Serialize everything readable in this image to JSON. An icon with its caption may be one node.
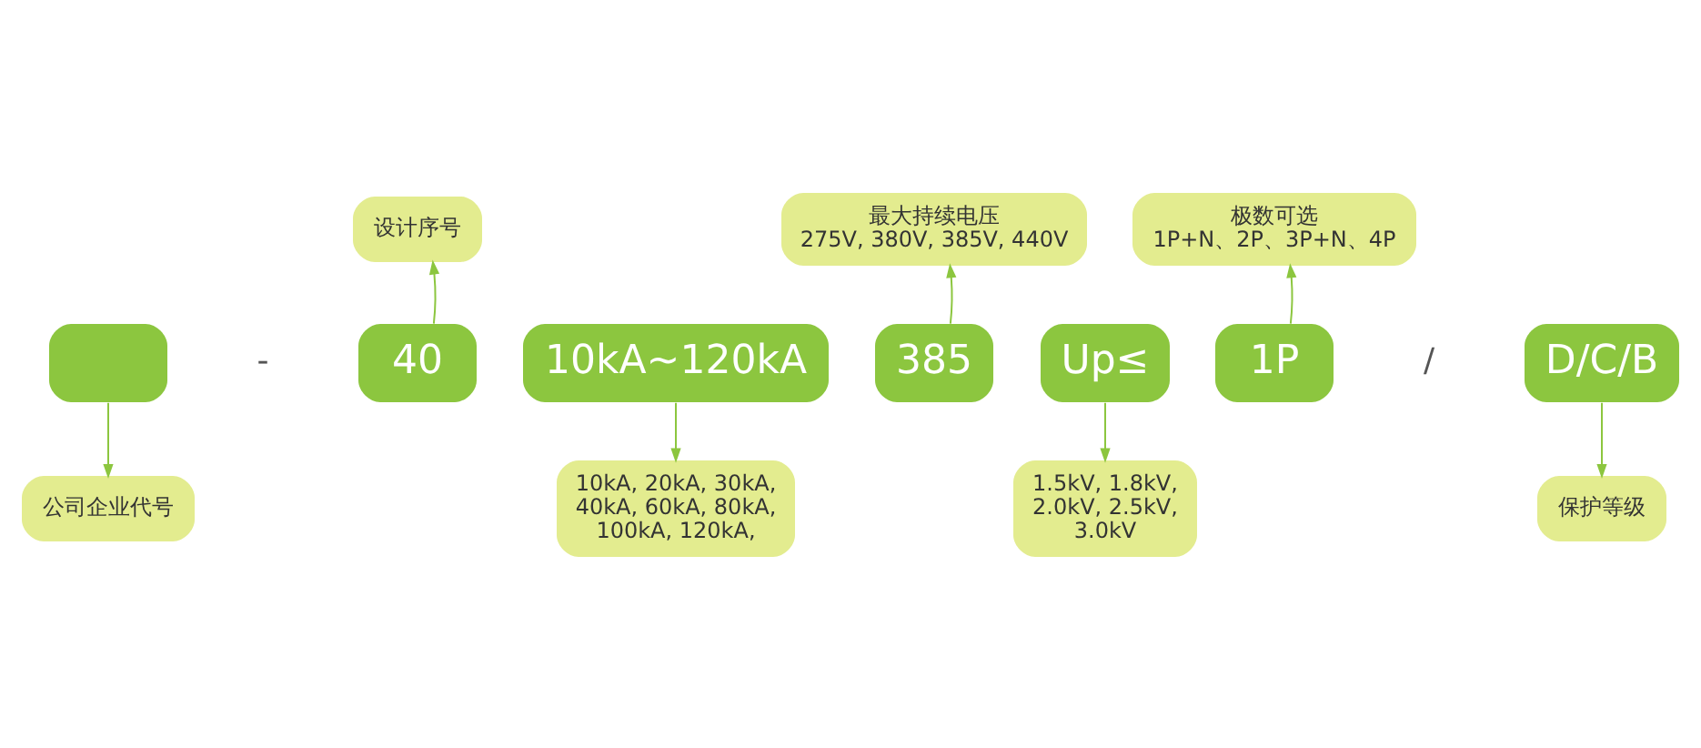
{
  "diagram": {
    "nodes": [
      {
        "text": [
          "设计序号"
        ]
      },
      {
        "text": [
          "最大持续电压",
          "275V, 380V, 385V, 440V"
        ]
      },
      {
        "text": [
          "极数可选",
          "1P+N、2P、3P+N、4P"
        ]
      },
      {
        "text": [],
        "shape": "box"
      },
      {
        "text": [
          "40"
        ]
      },
      {
        "text": [
          "10kA~120kA"
        ]
      },
      {
        "text": [
          "385"
        ]
      },
      {
        "text": [
          "Up≤"
        ]
      },
      {
        "text": [
          "1P"
        ]
      },
      {
        "text": [
          "D/C/B"
        ]
      },
      {
        "text": [
          "公司企业代号"
        ]
      },
      {
        "text": [
          "10kA, 20kA, 30kA, 40kA, 60kA, 80kA, 100kA, 120kA,"
        ]
      },
      {
        "text": [
          "1.5kV, 1.8kV, 2.0kV, 2.5kV, 3.0kV"
        ]
      },
      {
        "text": [
          "保护等级"
        ]
      }
    ],
    "edges": [
      {
        "from": 4,
        "to": 0,
        "arrow": "to"
      },
      {
        "from": 6,
        "to": 1,
        "arrow": "to"
      },
      {
        "from": 8,
        "to": 2,
        "arrow": "to"
      },
      {
        "from": 3,
        "to": 10,
        "arrow": "to"
      },
      {
        "from": 5,
        "to": 11,
        "arrow": "to"
      },
      {
        "from": 7,
        "to": 12,
        "arrow": "to"
      },
      {
        "from": 9,
        "to": 13,
        "arrow": "to"
      }
    ],
    "labels": [
      "-",
      "/"
    ]
  }
}
